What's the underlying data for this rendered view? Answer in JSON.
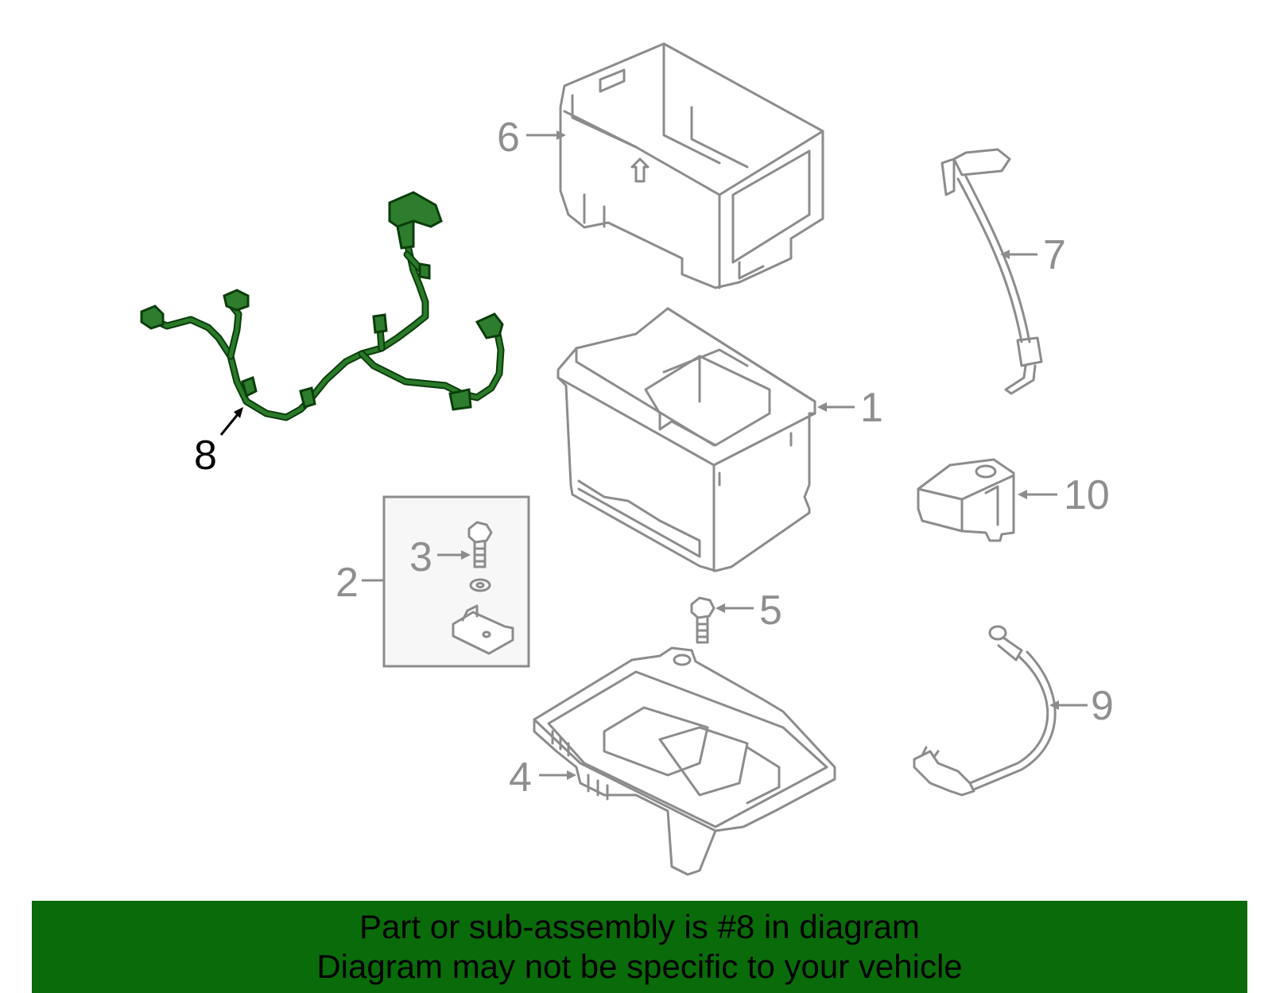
{
  "callouts": {
    "c1": "1",
    "c2": "2",
    "c3": "3",
    "c4": "4",
    "c5": "5",
    "c6": "6",
    "c7": "7",
    "c8": "8",
    "c9": "9",
    "c10": "10"
  },
  "highlighted_part": "8",
  "colors": {
    "highlight": "#2e7d2e",
    "banner": "#0a6b0a",
    "line": "#8c8c8c"
  },
  "banner": {
    "line1": "Part or sub-assembly is #8 in diagram",
    "line2": "Diagram may not be specific to your vehicle"
  }
}
